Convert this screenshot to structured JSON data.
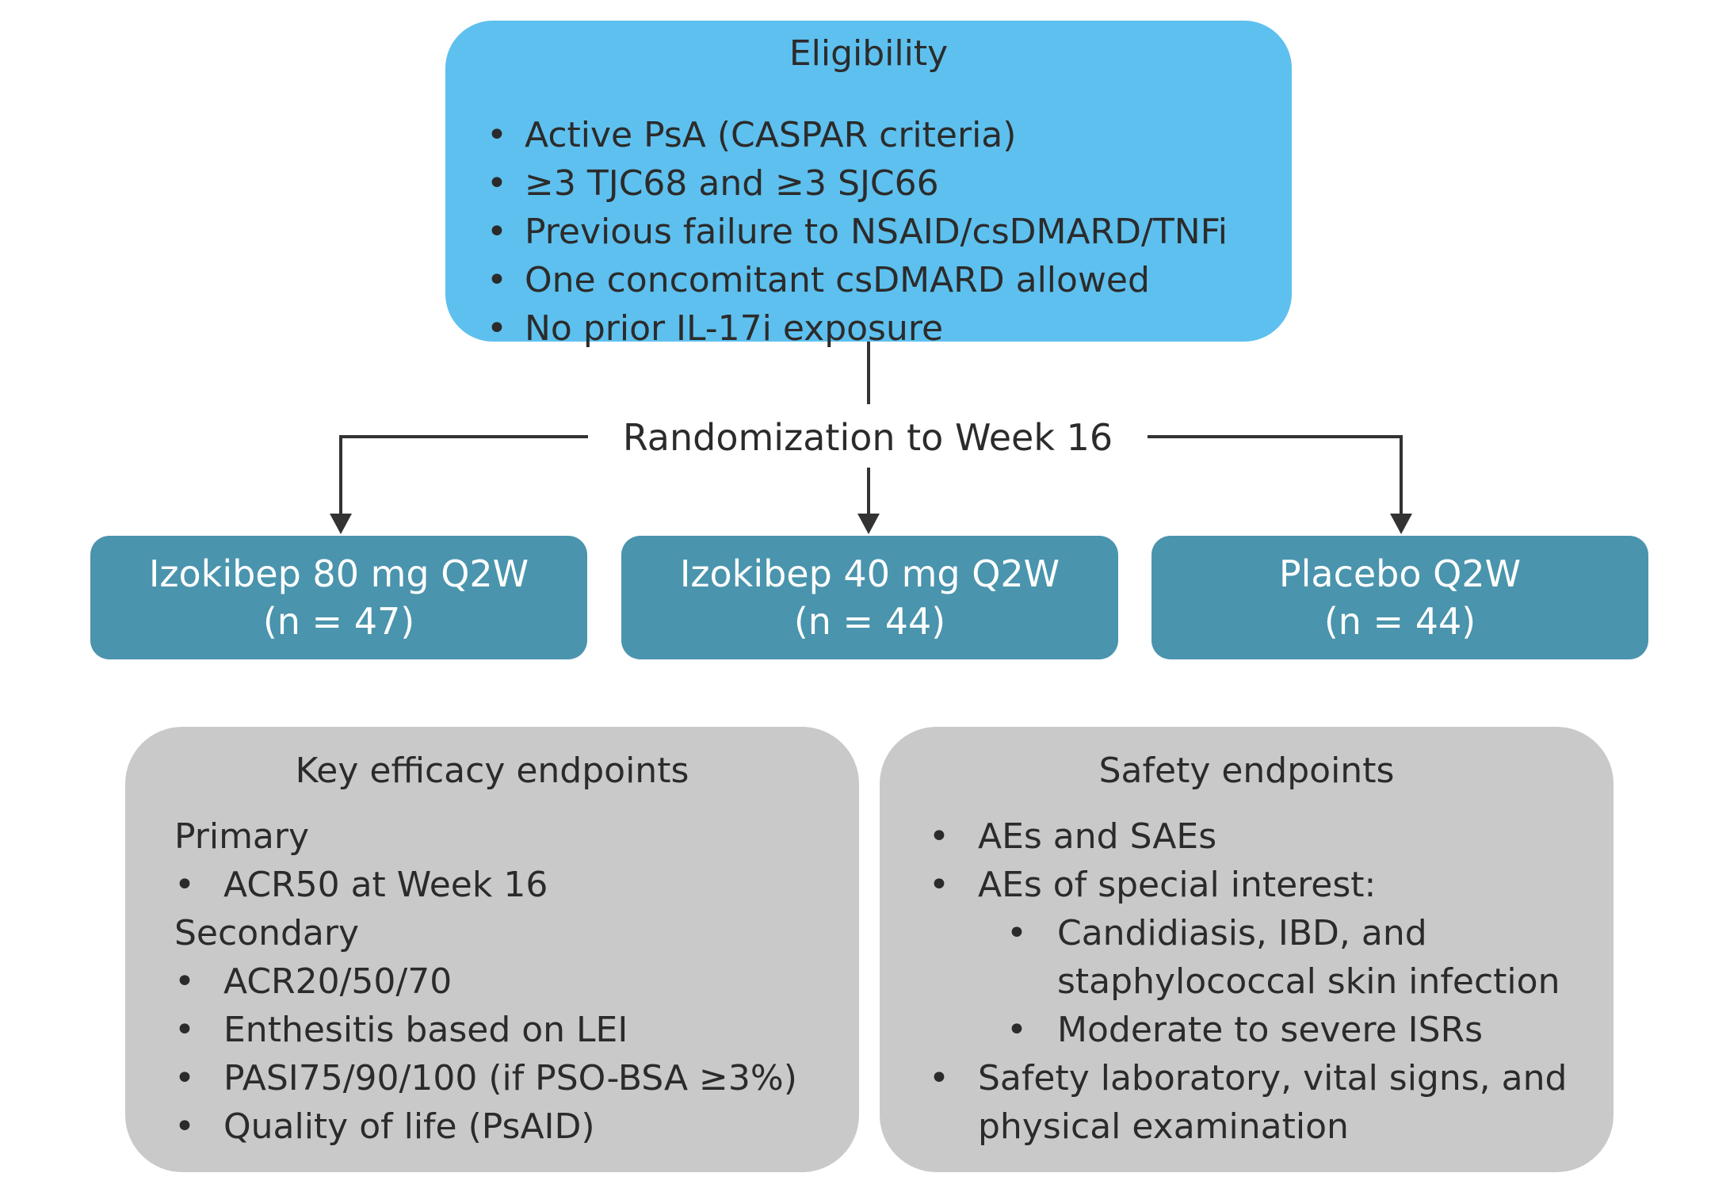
{
  "eligibility": {
    "title": "Eligibility",
    "bullet": "•",
    "items": [
      "Active PsA (CASPAR criteria)",
      " ≥3 TJC68 and ≥3 SJC66",
      "Previous failure to NSAID/csDMARD/TNFi",
      " One concomitant csDMARD allowed",
      " No prior IL-17i exposure"
    ]
  },
  "randomization": {
    "label": "Randomization to Week 16"
  },
  "arms": [
    {
      "name": "Izokibep 80 mg Q2W",
      "n": "(n = 47)"
    },
    {
      "name": "Izokibep 40 mg Q2W",
      "n": "(n = 44)"
    },
    {
      "name": "Placebo Q2W",
      "n": "(n = 44)"
    }
  ],
  "efficacy": {
    "title": "Key efficacy endpoints",
    "primary_heading": "Primary",
    "primary_items": [
      "ACR50 at Week 16"
    ],
    "secondary_heading": "Secondary",
    "secondary_items": [
      "ACR20/50/70",
      "Enthesitis based on LEI",
      "PASI75/90/100 (if PSO-BSA ≥3%)",
      "Quality of life (PsAID)"
    ]
  },
  "safety": {
    "title": "Safety endpoints",
    "items": [
      "AEs and SAEs",
      "AEs of special interest:",
      "Candidiasis, IBD, and",
      "staphylococcal skin infection",
      "Moderate to severe ISRs",
      "Safety laboratory, vital signs, and",
      "physical examination"
    ]
  },
  "colors": {
    "eligibility_box": "#5ec0ee",
    "arm_box": "#4a94ad",
    "endpoint_box": "#c9c9c9",
    "connector": "#333333"
  }
}
